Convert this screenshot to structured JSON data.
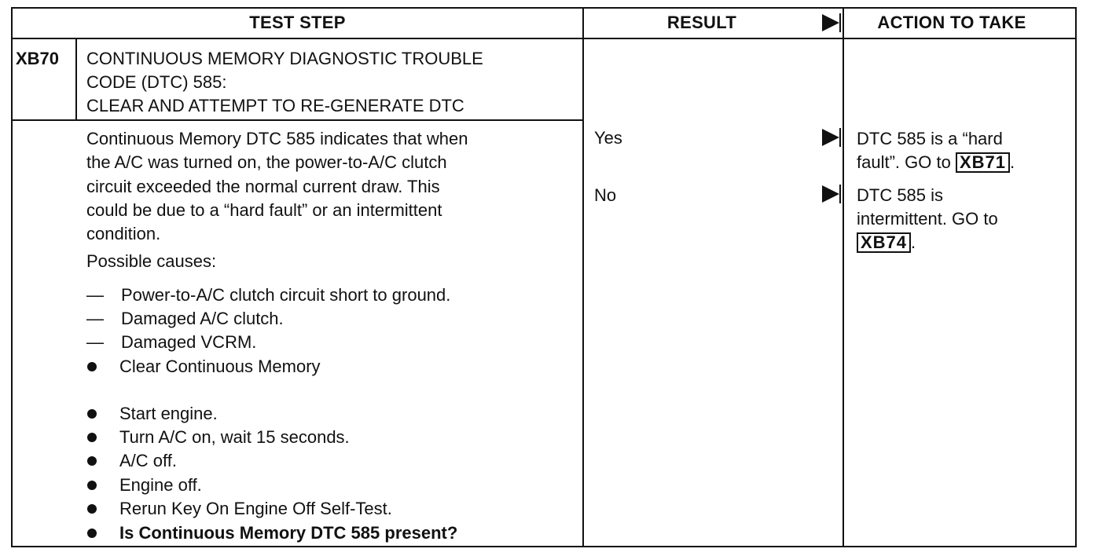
{
  "headers": {
    "test_step": "TEST STEP",
    "result": "RESULT",
    "action": "ACTION TO TAKE"
  },
  "step": {
    "id": "XB70",
    "title_lines": [
      "CONTINUOUS MEMORY DIAGNOSTIC TROUBLE",
      "CODE (DTC) 585:",
      "CLEAR AND ATTEMPT TO RE-GENERATE DTC"
    ],
    "description_lines": [
      "Continuous Memory DTC 585 indicates that when",
      "the A/C was turned on, the power-to-A/C clutch",
      "circuit exceeded the normal current draw. This",
      "could be due to a “hard fault” or an intermittent",
      "condition."
    ],
    "possible_causes_label": "Possible causes:",
    "causes": [
      "Power-to-A/C clutch circuit short to ground.",
      "Damaged A/C clutch.",
      "Damaged VCRM."
    ],
    "steps": [
      "Clear Continuous Memory",
      "Start engine.",
      "Turn A/C on, wait 15 seconds.",
      "A/C off.",
      "Engine off.",
      "Rerun Key On Engine Off Self-Test.",
      "Is Continuous Memory DTC 585 present?"
    ]
  },
  "results": {
    "yes": "Yes",
    "no": "No"
  },
  "actions": {
    "yes_line1": "DTC 585 is a “hard",
    "yes_line2_pre": "fault”. GO to ",
    "yes_ref": "XB71",
    "yes_post": ".",
    "no_line1": "DTC 585 is",
    "no_line2": "intermittent. GO to",
    "no_ref": "XB74",
    "no_post": "."
  },
  "colors": {
    "ink": "#111111",
    "background": "#ffffff"
  }
}
